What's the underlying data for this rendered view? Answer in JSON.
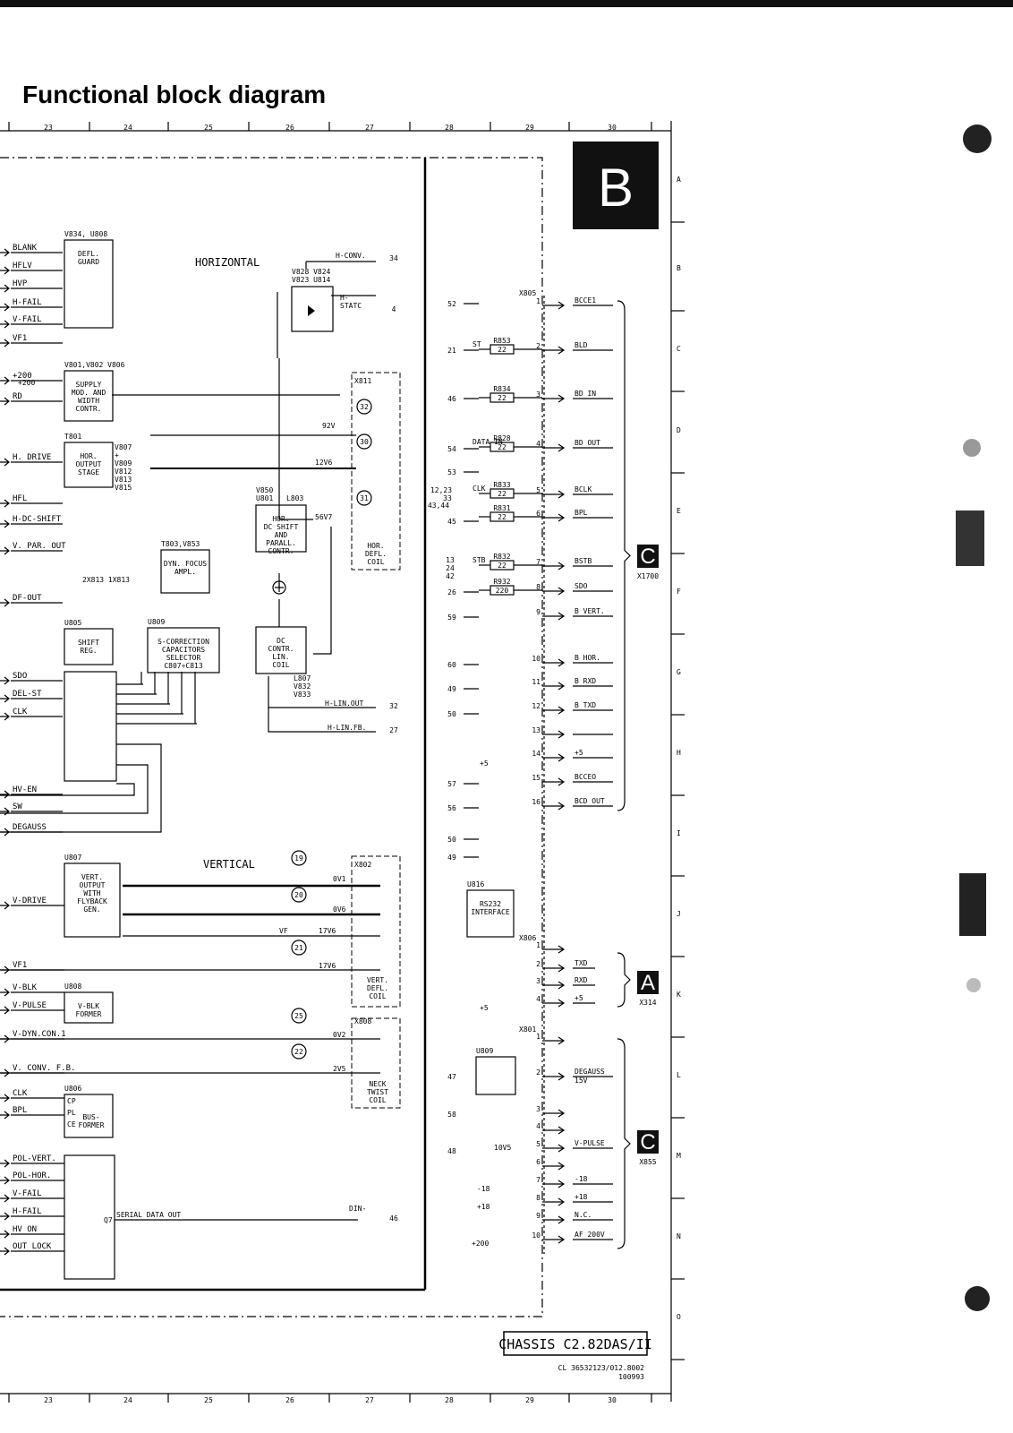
{
  "title": "Functional block diagram",
  "grid": {
    "columns": [
      "23",
      "24",
      "25",
      "26",
      "27",
      "28",
      "29",
      "30"
    ],
    "rows": [
      "A",
      "B",
      "C",
      "D",
      "E",
      "F",
      "G",
      "H",
      "I",
      "J",
      "K",
      "L",
      "M",
      "N",
      "O"
    ]
  },
  "panel_letter": "B",
  "sections": {
    "horizontal": "HORIZONTAL",
    "vertical": "VERTICAL"
  },
  "left_signals": {
    "top": [
      "BLANK",
      "HFLV",
      "HVP",
      "H-FAIL",
      "V-FAIL",
      "VF1",
      "+200",
      "RD",
      "H. DRIVE",
      "HFL",
      "H-DC-SHIFT",
      "V. PAR. OUT",
      "DF-OUT",
      "SDO",
      "DEL-ST",
      "CLK",
      "HV-EN",
      "SW",
      "DEGAUSS"
    ],
    "bottom": [
      "V-DRIVE",
      "VF1",
      "V-BLK",
      "V-PULSE",
      "V-DYN.CON.1",
      "V. CONV. F.B.",
      "CLK",
      "BPL",
      "POL-VERT.",
      "POL-HOR.",
      "V-FAIL",
      "H-FAIL",
      "HV ON",
      "OUT LOCK"
    ]
  },
  "blocks": {
    "defl_guard": {
      "ref": "V834, U808",
      "label": [
        "DEFL.",
        "GUARD"
      ]
    },
    "supply": {
      "ref": "V801,V802 V806",
      "label": [
        "SUPPLY",
        "MOD. AND",
        "WIDTH",
        "CONTR."
      ]
    },
    "hor_output": {
      "ref": "T801",
      "label": [
        "HOR.",
        "OUTPUT",
        "STAGE"
      ],
      "side": [
        "V807",
        "+",
        "V809",
        "V812",
        "V813",
        "V815"
      ]
    },
    "dyn_focus": {
      "ref": "T803,V853",
      "label": [
        "DYN. FOCUS",
        "AMPL."
      ]
    },
    "shift_reg": {
      "ref": "U805",
      "label": [
        "SHIFT",
        "REG."
      ]
    },
    "s_corr": {
      "ref": "U809",
      "label": [
        "S-CORRECTION",
        "CAPACITORS",
        "SELECTOR",
        "C807÷C813"
      ]
    },
    "hor_dc": {
      "ref": "V850 U801 L803",
      "label": [
        "HOR.",
        "DC SHIFT",
        "AND",
        "PARALL.",
        "CONTR."
      ]
    },
    "dc_contr": {
      "label": [
        "DC",
        "CONTR.",
        "LIN.",
        "COIL"
      ],
      "ref": "L807 V832 V833"
    },
    "vert_out": {
      "ref": "U807",
      "label": [
        "VERT.",
        "OUTPUT",
        "WITH",
        "FLYBACK",
        "GEN."
      ]
    },
    "vblk": {
      "ref": "U808",
      "label": [
        "V-BLK",
        "FORMER"
      ]
    },
    "bus": {
      "ref": "U806",
      "label": [
        "BUS-",
        "FORMER"
      ]
    },
    "rs232": {
      "ref": "U816",
      "label": [
        "RS232",
        "INTERFACE"
      ]
    },
    "u809b": {
      "ref": "U809"
    }
  },
  "misc_labels": {
    "hconv": "H-CONV.",
    "hstatc": [
      "H-",
      "STATC"
    ],
    "v828": "V828 V824",
    "v823": "V823 U814",
    "x811": "X811",
    "v92": "92V",
    "v12": "12V6",
    "v56": "56V7",
    "hor_coil": [
      "HOR.",
      "DEFL.",
      "COIL"
    ],
    "x813": "2X813   1X813",
    "hlin_out": "H-LIN.OUT",
    "hlin_fb": "H-LIN.FB.",
    "x802": "X802",
    "ov1": "0V1",
    "ov6": "0V6",
    "vf": "VF",
    "v17a": "17V6",
    "v17b": "17V6",
    "vert_coil": [
      "VERT.",
      "DEFL.",
      "COIL"
    ],
    "x808": "X808",
    "ov2": "0V2",
    "v2v5": "2V5",
    "neck": [
      "NECK",
      "TWIST",
      "COIL"
    ],
    "serial": "SERIAL DATA OUT",
    "din": "DIN-",
    "q7": "Q7",
    "cp": "CP",
    "pl": "PL",
    "ce": "CE",
    "x805": "X805",
    "x806": "X806",
    "x801": "X801",
    "circles": [
      "32",
      "30",
      "31",
      "19",
      "20",
      "21",
      "25",
      "22"
    ]
  },
  "midline_numbers": [
    "34",
    "4",
    "52",
    "21",
    "46",
    "54",
    "53",
    "12,23",
    "33",
    "43,44",
    "45",
    "13",
    "24",
    "42",
    "26",
    "59",
    "60",
    "49",
    "50",
    "57",
    "56",
    "50",
    "49",
    "47",
    "58",
    "48",
    "32",
    "27",
    "46"
  ],
  "x805_pins": [
    {
      "pin": "1",
      "label": "BCCE1"
    },
    {
      "pin": "2",
      "label": "BLD",
      "res": "R853",
      "val": "22",
      "pre": "ST"
    },
    {
      "pin": "3",
      "label": "BD IN",
      "res": "R834",
      "val": "22"
    },
    {
      "pin": "4",
      "label": "BD OUT",
      "res": "R828",
      "val": "22",
      "pre": "DATA IN"
    },
    {
      "pin": "5",
      "label": "BCLK",
      "res": "R833",
      "val": "22",
      "pre": "CLK"
    },
    {
      "pin": "6",
      "label": "BPL",
      "res": "R831",
      "val": "22"
    },
    {
      "pin": "7",
      "label": "BSTB",
      "res": "R832",
      "val": "22",
      "pre": "STB"
    },
    {
      "pin": "8",
      "label": "SDO",
      "res": "R932",
      "val": "220"
    },
    {
      "pin": "9",
      "label": "B VERT."
    },
    {
      "pin": "10",
      "label": "B HOR."
    },
    {
      "pin": "11",
      "label": "B RXD"
    },
    {
      "pin": "12",
      "label": "B TXD"
    },
    {
      "pin": "13",
      "label": ""
    },
    {
      "pin": "14",
      "label": "+5"
    },
    {
      "pin": "15",
      "label": "BCCEO"
    },
    {
      "pin": "16",
      "label": "BCD OUT"
    }
  ],
  "x806_pins": [
    {
      "pin": "1",
      "label": ""
    },
    {
      "pin": "2",
      "label": "TXD"
    },
    {
      "pin": "3",
      "label": "RXD"
    },
    {
      "pin": "4",
      "label": "+5"
    }
  ],
  "x801_pins": [
    {
      "pin": "1",
      "label": ""
    },
    {
      "pin": "2",
      "label": "DEGAUSS 15V"
    },
    {
      "pin": "3",
      "label": ""
    },
    {
      "pin": "4",
      "label": ""
    },
    {
      "pin": "5",
      "label": "V-PULSE"
    },
    {
      "pin": "6",
      "label": ""
    },
    {
      "pin": "7",
      "label": "-18"
    },
    {
      "pin": "8",
      "label": "+18"
    },
    {
      "pin": "9",
      "label": "N.C."
    },
    {
      "pin": "10",
      "label": "AF 200V"
    }
  ],
  "supply_labels": {
    "p5a": "+5",
    "p5b": "+5",
    "m18": "-18",
    "p18": "+18",
    "p200": "+200",
    "v10": "10V5"
  },
  "connectors": [
    {
      "letter": "C",
      "ref": "X1700"
    },
    {
      "letter": "A",
      "ref": "X314"
    },
    {
      "letter": "C",
      "ref": "X855"
    }
  ],
  "chassis": "CHASSIS C2.82DAS/II",
  "docref": [
    "CL 36532123/012.8002",
    "100993"
  ]
}
